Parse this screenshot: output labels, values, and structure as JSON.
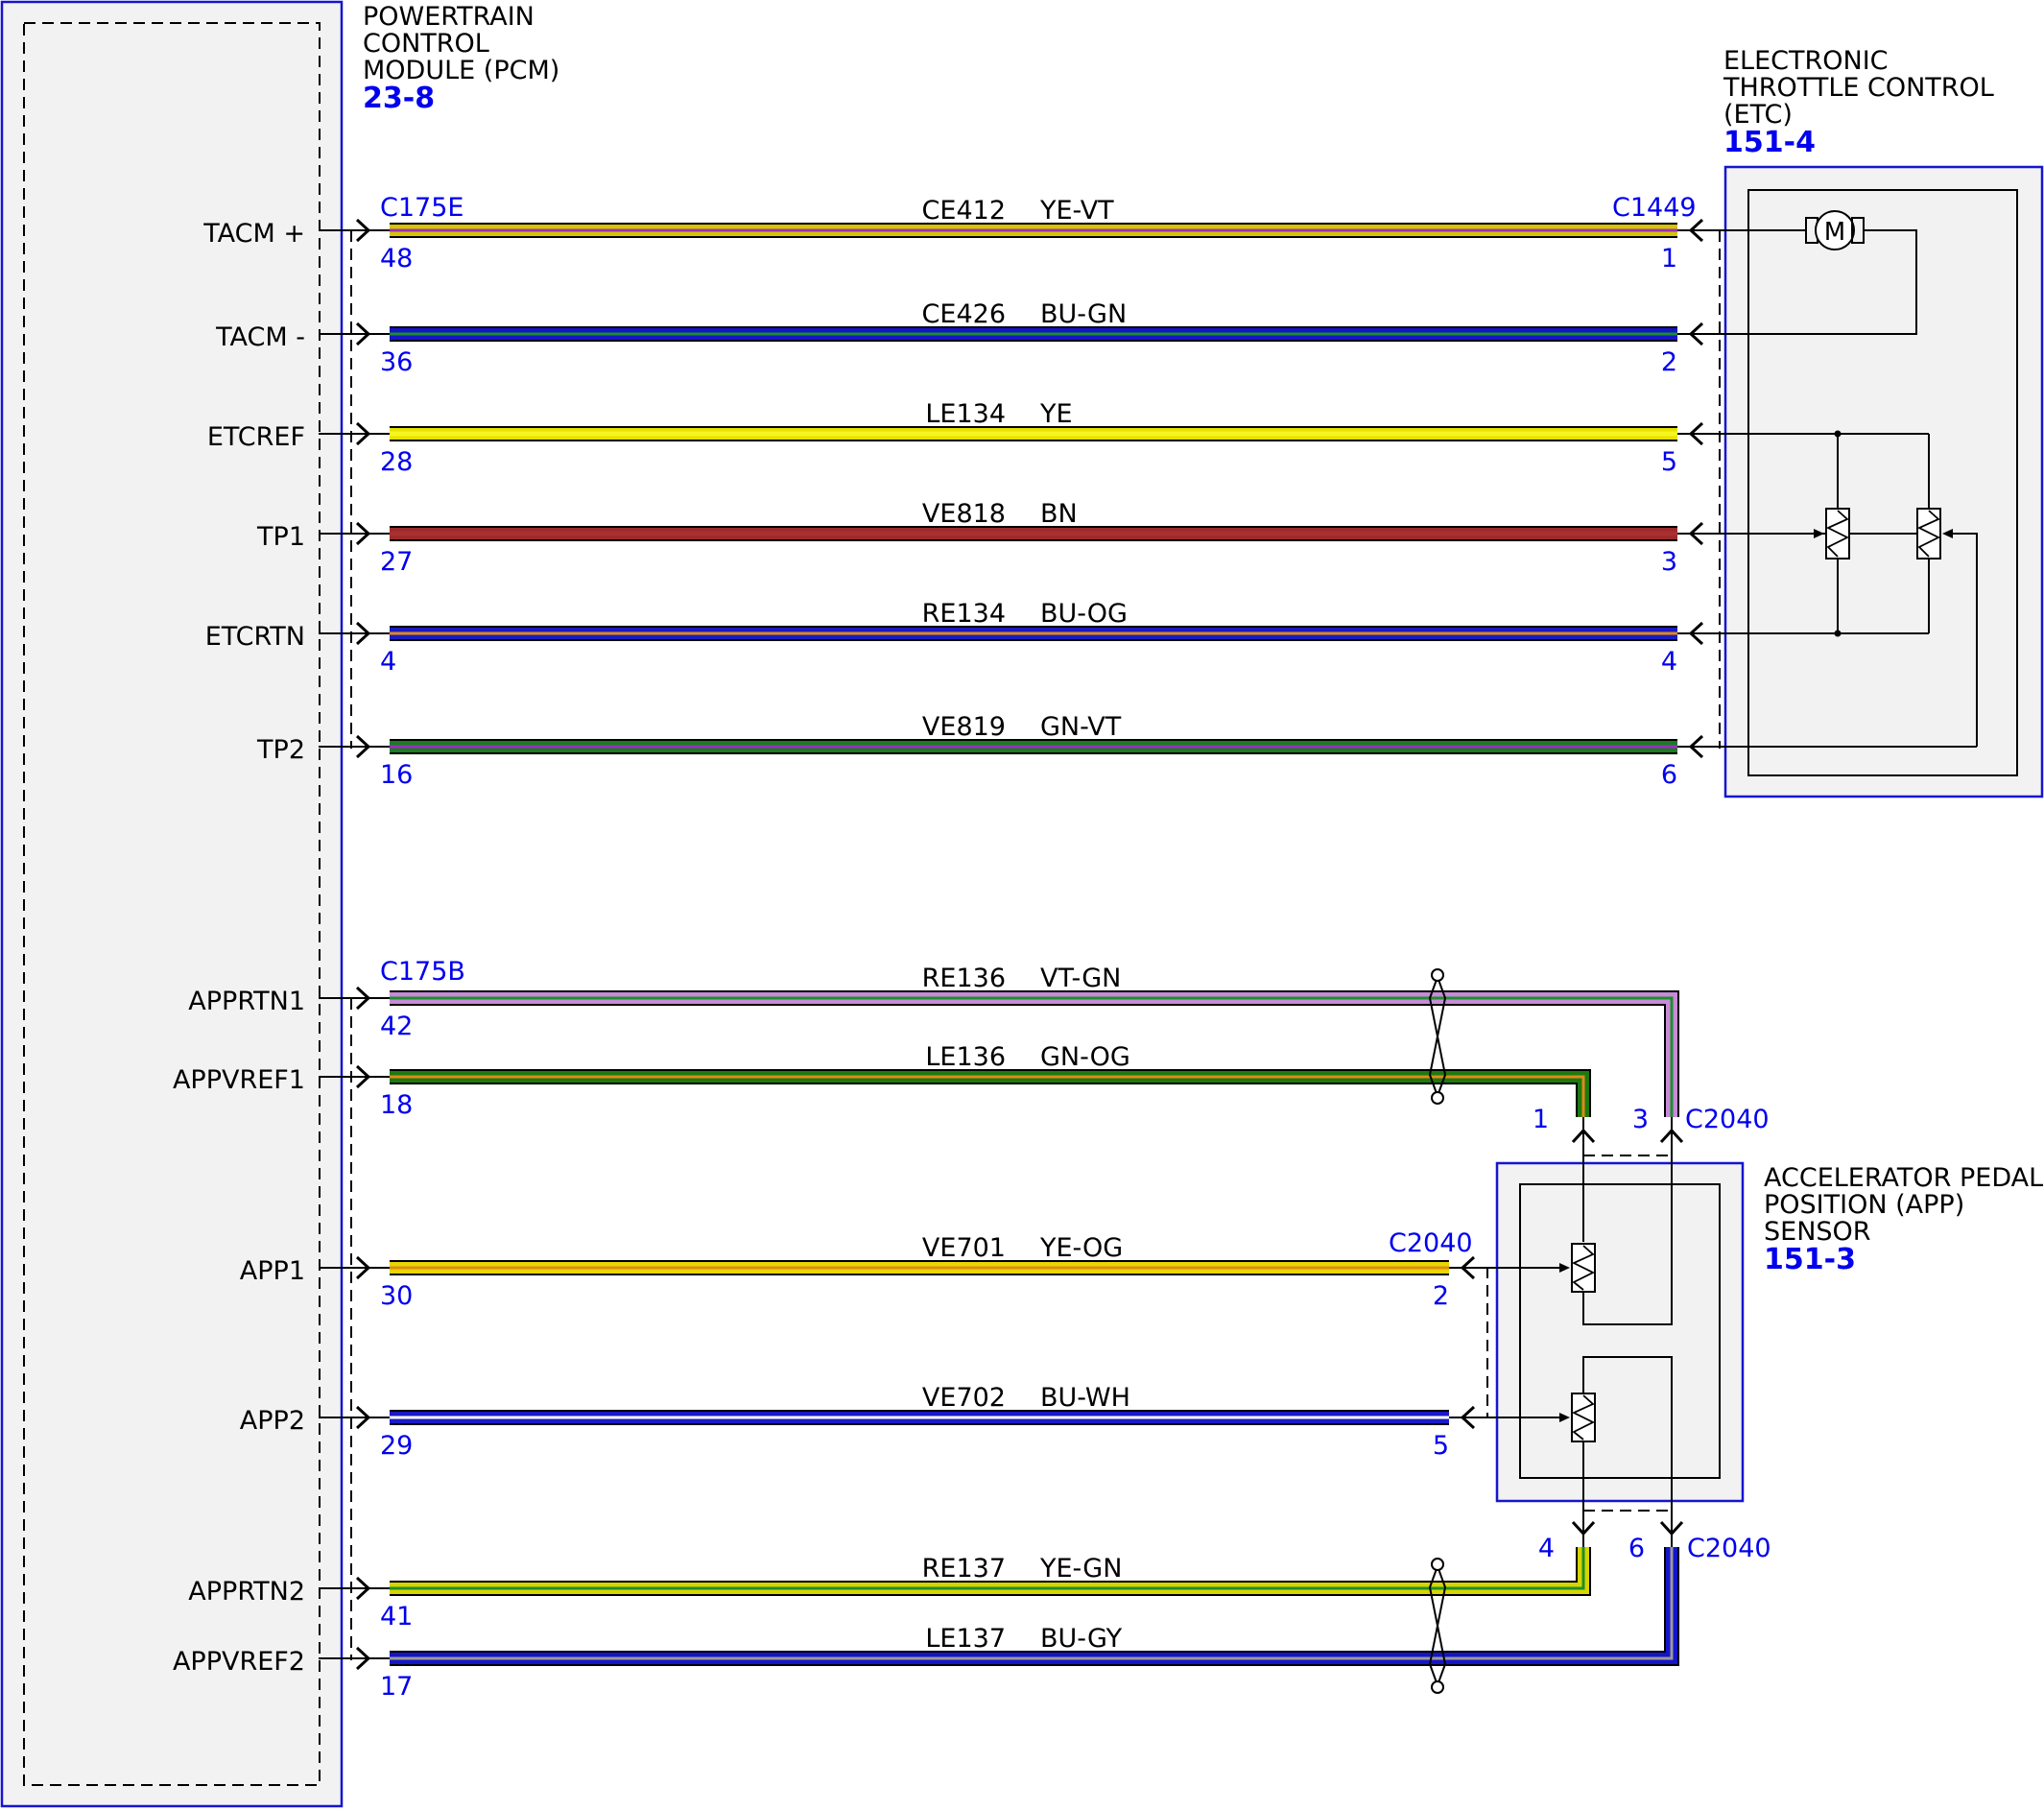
{
  "pcm": {
    "title_lines": [
      "POWERTRAIN",
      "CONTROL",
      "MODULE (PCM)"
    ],
    "ref": "23-8",
    "connector_top": "C175E",
    "connector_bottom": "C175B"
  },
  "etc": {
    "title_lines": [
      "ELECTRONIC",
      "THROTTLE CONTROL",
      "(ETC)"
    ],
    "ref": "151-4",
    "connector": "C1449",
    "motor_symbol": "M"
  },
  "app": {
    "title_lines": [
      "ACCELERATOR PEDAL",
      "POSITION (APP)",
      "SENSOR"
    ],
    "ref": "151-3",
    "connector": "C2040"
  },
  "wires": [
    {
      "signal": "TACM +",
      "pcm_pin": "48",
      "circuit": "CE412",
      "color_code": "YE-VT",
      "far_pin": "1",
      "colors": [
        "#d6c400",
        "#f2ef2a"
      ],
      "stripe": "#9a2fc0"
    },
    {
      "signal": "TACM -",
      "pcm_pin": "36",
      "circuit": "CE426",
      "color_code": "BU-GN",
      "far_pin": "2",
      "colors": [
        "#1515c8",
        "#2233dd"
      ],
      "stripe": "#1b8f2a"
    },
    {
      "signal": "ETCREF",
      "pcm_pin": "28",
      "circuit": "LE134",
      "color_code": "YE",
      "far_pin": "5",
      "colors": [
        "#e8e200",
        "#f6f520"
      ],
      "stripe": ""
    },
    {
      "signal": "TP1",
      "pcm_pin": "27",
      "circuit": "VE818",
      "color_code": "BN",
      "far_pin": "3",
      "colors": [
        "#9c2a2a",
        "#a83030"
      ],
      "stripe": ""
    },
    {
      "signal": "ETCRTN",
      "pcm_pin": "4",
      "circuit": "RE134",
      "color_code": "BU-OG",
      "far_pin": "4",
      "colors": [
        "#1a1ac0",
        "#2a2ad8"
      ],
      "stripe": "#e08a1a"
    },
    {
      "signal": "TP2",
      "pcm_pin": "16",
      "circuit": "VE819",
      "color_code": "GN-VT",
      "far_pin": "6",
      "colors": [
        "#1d7a24",
        "#2a8f33"
      ],
      "stripe": "#9a2fc0"
    },
    {
      "signal": "APPRTN1",
      "pcm_pin": "42",
      "circuit": "RE136",
      "color_code": "VT-GN",
      "far_pin": "3",
      "colors": [
        "#c88ad8",
        "#d49de0"
      ],
      "stripe": "#1b8f2a"
    },
    {
      "signal": "APPVREF1",
      "pcm_pin": "18",
      "circuit": "LE136",
      "color_code": "GN-OG",
      "far_pin": "1",
      "colors": [
        "#1d7a10",
        "#2a8a18"
      ],
      "stripe": "#e08a1a"
    },
    {
      "signal": "APP1",
      "pcm_pin": "30",
      "circuit": "VE701",
      "color_code": "YE-OG",
      "far_pin": "2",
      "colors": [
        "#e6d800",
        "#f4ee20"
      ],
      "stripe": "#e08a1a"
    },
    {
      "signal": "APP2",
      "pcm_pin": "29",
      "circuit": "VE702",
      "color_code": "BU-WH",
      "far_pin": "5",
      "colors": [
        "#1a1ac8",
        "#2a2ad8"
      ],
      "stripe": "#ffffff"
    },
    {
      "signal": "APPRTN2",
      "pcm_pin": "41",
      "circuit": "RE137",
      "color_code": "YE-GN",
      "far_pin": "4",
      "colors": [
        "#d8d400",
        "#eeea20"
      ],
      "stripe": "#1b8f2a"
    },
    {
      "signal": "APPVREF2",
      "pcm_pin": "17",
      "circuit": "LE137",
      "color_code": "BU-GY",
      "far_pin": "6",
      "colors": [
        "#1515c8",
        "#2222dd"
      ],
      "stripe": "#9a9a9a"
    }
  ]
}
